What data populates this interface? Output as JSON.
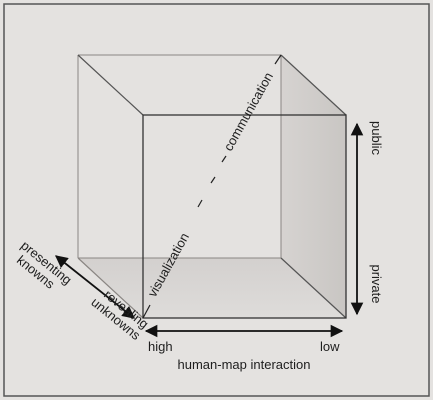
{
  "diagram": {
    "diagonal": {
      "start_label": "visualization",
      "end_label": "communication"
    },
    "vertical_axis": {
      "top_label": "public",
      "bottom_label": "private"
    },
    "horizontal_axis": {
      "left_label": "high",
      "right_label": "low",
      "title": "human-map interaction"
    },
    "depth_axis": {
      "far_label_line1": "presenting",
      "far_label_line2": "knowns",
      "near_label_line1": "revealing",
      "near_label_line2": "unknowns"
    }
  }
}
